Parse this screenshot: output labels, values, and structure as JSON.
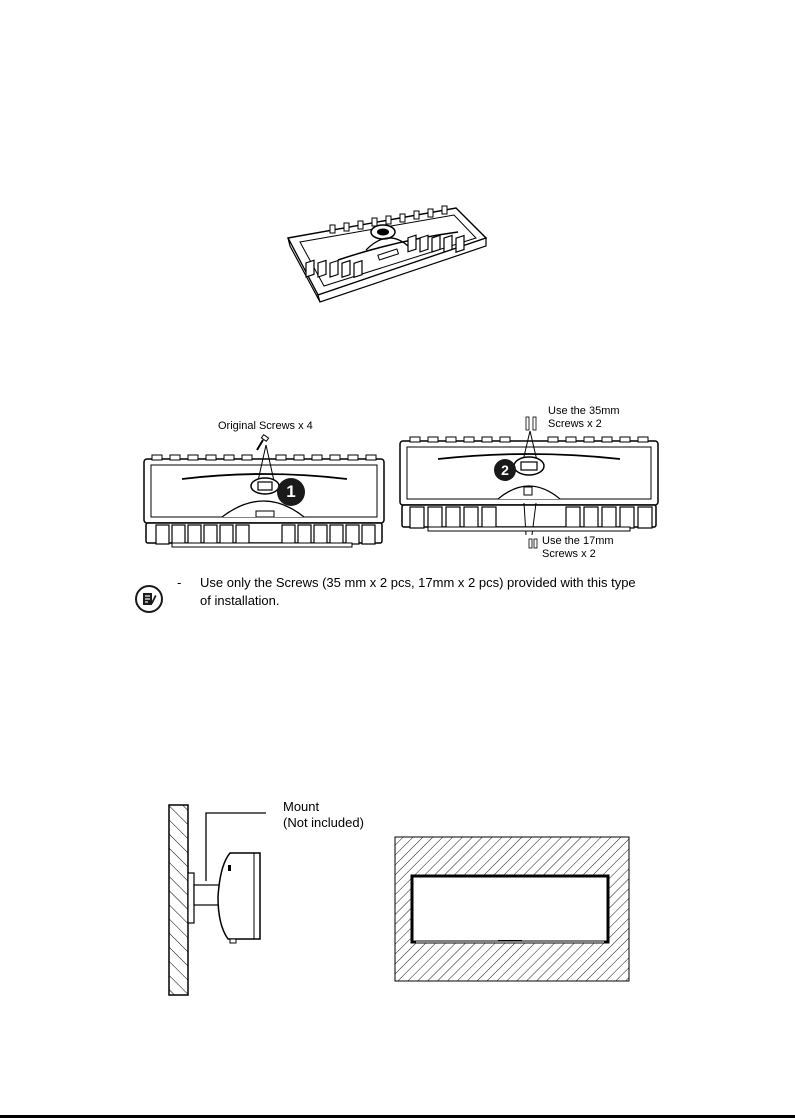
{
  "step2": {
    "label_original": "Original Screws x 4",
    "label_35mm": [
      "Use the 35mm",
      "Screws x 2"
    ],
    "label_17mm": [
      "Use the 17mm",
      "Screws x 2"
    ],
    "badge1": "1",
    "badge2": "2"
  },
  "note": {
    "dash": "-",
    "line1": "Use only the Screws (35 mm x 2 pcs, 17mm x 2 pcs) provided with this type",
    "line2": "of installation."
  },
  "mount": {
    "line1": "Mount",
    "line2": "(Not included)"
  },
  "icons": {
    "note": "note-pencil-icon",
    "screw": "screw-icon"
  }
}
